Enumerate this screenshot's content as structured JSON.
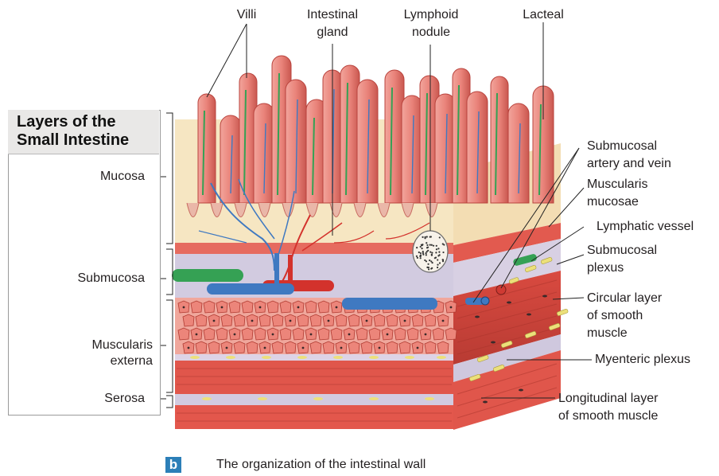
{
  "legend": {
    "title_line1": "Layers of the",
    "title_line2": "Small Intestine",
    "layers": {
      "mucosa": "Mucosa",
      "submucosa": "Submucosa",
      "muscularis_line1": "Muscularis",
      "muscularis_line2": "externa",
      "serosa": "Serosa"
    }
  },
  "labels": {
    "villi": "Villi",
    "intestinal_gland_1": "Intestinal",
    "intestinal_gland_2": "gland",
    "lymphoid_nodule_1": "Lymphoid",
    "lymphoid_nodule_2": "nodule",
    "lacteal": "Lacteal",
    "submucosal_artery_1": "Submucosal",
    "submucosal_artery_2": "artery and vein",
    "muscularis_mucosae_1": "Muscularis",
    "muscularis_mucosae_2": "mucosae",
    "lymphatic_vessel": "Lymphatic vessel",
    "submucosal_plexus_1": "Submucosal",
    "submucosal_plexus_2": "plexus",
    "circular_layer_1": "Circular layer",
    "circular_layer_2": "of smooth",
    "circular_layer_3": "muscle",
    "myenteric_plexus": "Myenteric plexus",
    "longitudinal_layer_1": "Longitudinal  layer",
    "longitudinal_layer_2": "of smooth  muscle"
  },
  "figure": {
    "badge": "b",
    "caption": "The organization of the intestinal wall"
  },
  "colors": {
    "villus": "#e9837a",
    "villus_edge": "#b9433d",
    "lamina": "#f6e6c2",
    "muscle": "#e3574c",
    "submucosa": "#cfc8de",
    "vein": "#3f79c1",
    "artery": "#d3322c",
    "lymph": "#3aa35a",
    "nerve": "#ede07d",
    "badge": "#2c7fb8"
  }
}
